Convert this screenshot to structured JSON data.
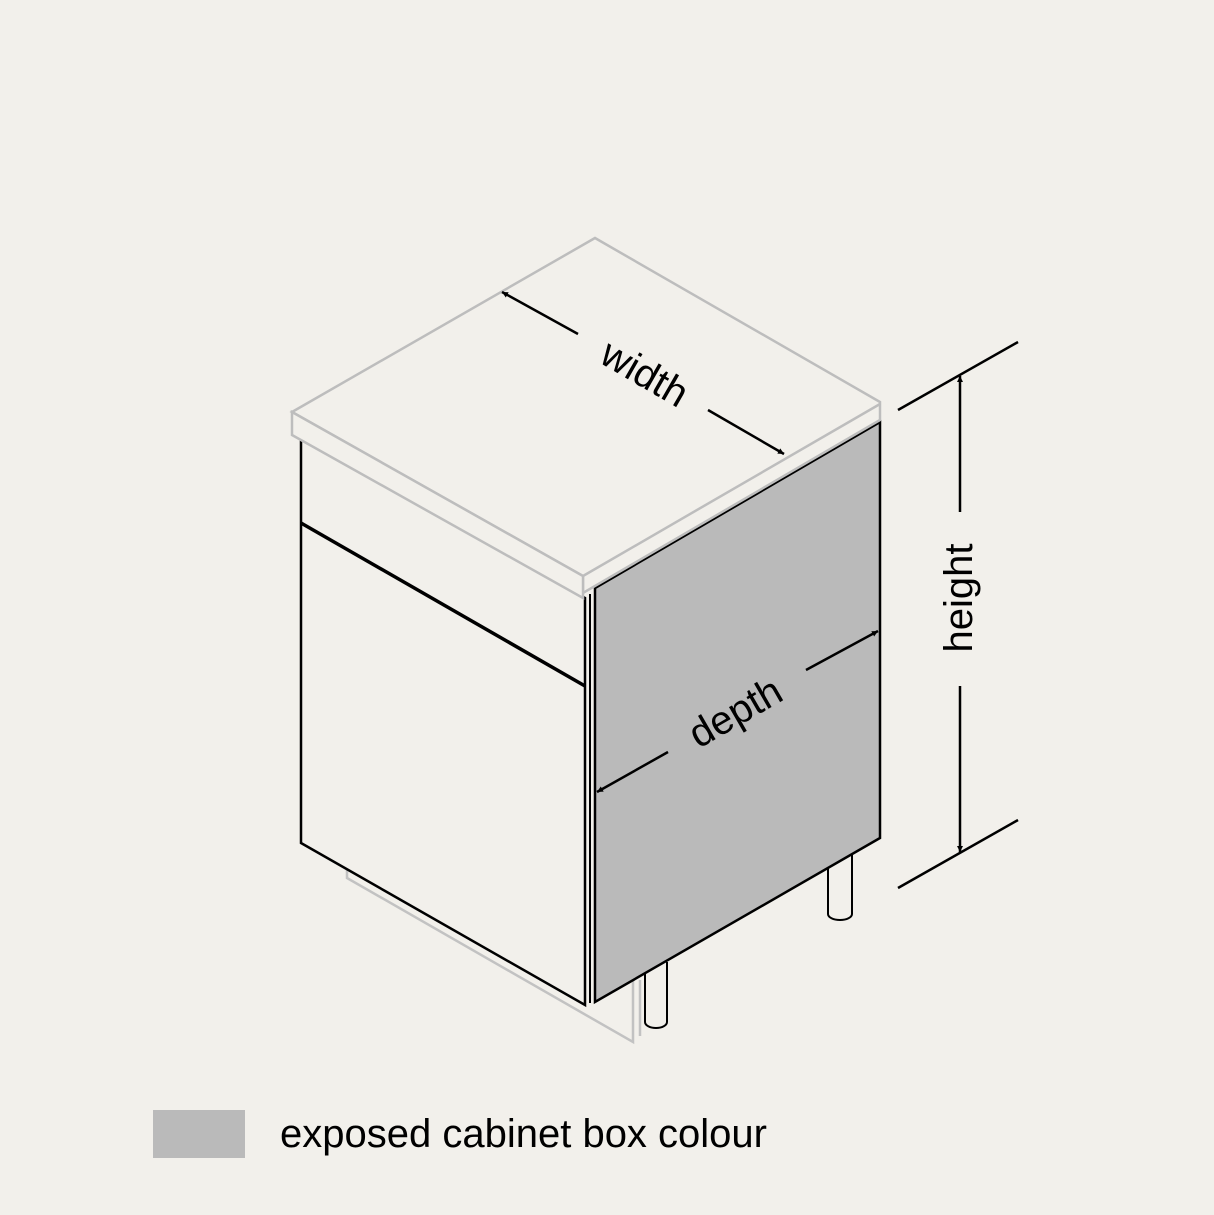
{
  "diagram": {
    "labels": {
      "width": "width",
      "depth": "depth",
      "height": "height"
    },
    "colors": {
      "background": "#f2f0eb",
      "exposed_panel": "#bababa",
      "countertop_outline": "#bdbdbd",
      "outline": "#000000"
    }
  },
  "legend": {
    "label": "exposed cabinet box colour"
  }
}
